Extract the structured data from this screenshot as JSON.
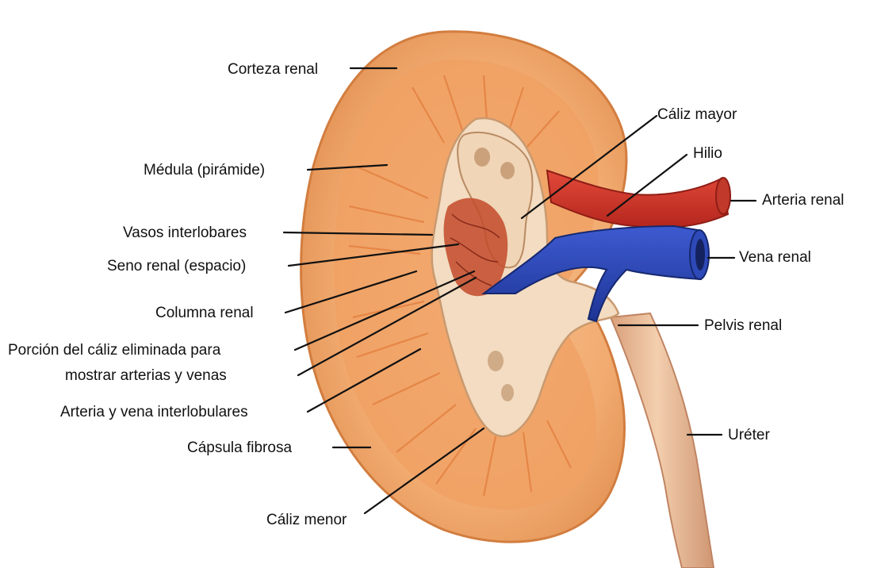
{
  "colors": {
    "cortex": "#f3b27a",
    "cortex_edge": "#d98a4e",
    "medulla": "#ef9a5c",
    "pyramid_streak": "#e07a3a",
    "sinus": "#f6dcc0",
    "calyx": "#f1dcc2",
    "calyx_shadow": "#b98a63",
    "artery": "#d4352a",
    "vein": "#2a45b8",
    "ureter": "#eab892",
    "label_text": "#111111"
  },
  "icons": {
    "kidney": "kidney-cross-section-illustration"
  },
  "labels": {
    "corteza_renal": "Corteza renal",
    "medula": "Médula (pirámide)",
    "vasos_interlobares": "Vasos interlobares",
    "seno_renal": "Seno renal (espacio)",
    "columna_renal": "Columna renal",
    "porcion_caliz_1": "Porción del cáliz eliminada para",
    "porcion_caliz_2": "mostrar arterias y venas",
    "arteria_vena_interlobulares": "Arteria y vena interlobulares",
    "capsula_fibrosa": "Cápsula fibrosa",
    "caliz_menor": "Cáliz menor",
    "caliz_mayor": "Cáliz mayor",
    "hilio": "Hilio",
    "arteria_renal": "Arteria renal",
    "vena_renal": "Vena renal",
    "pelvis_renal": "Pelvis renal",
    "ureter": "Uréter"
  }
}
